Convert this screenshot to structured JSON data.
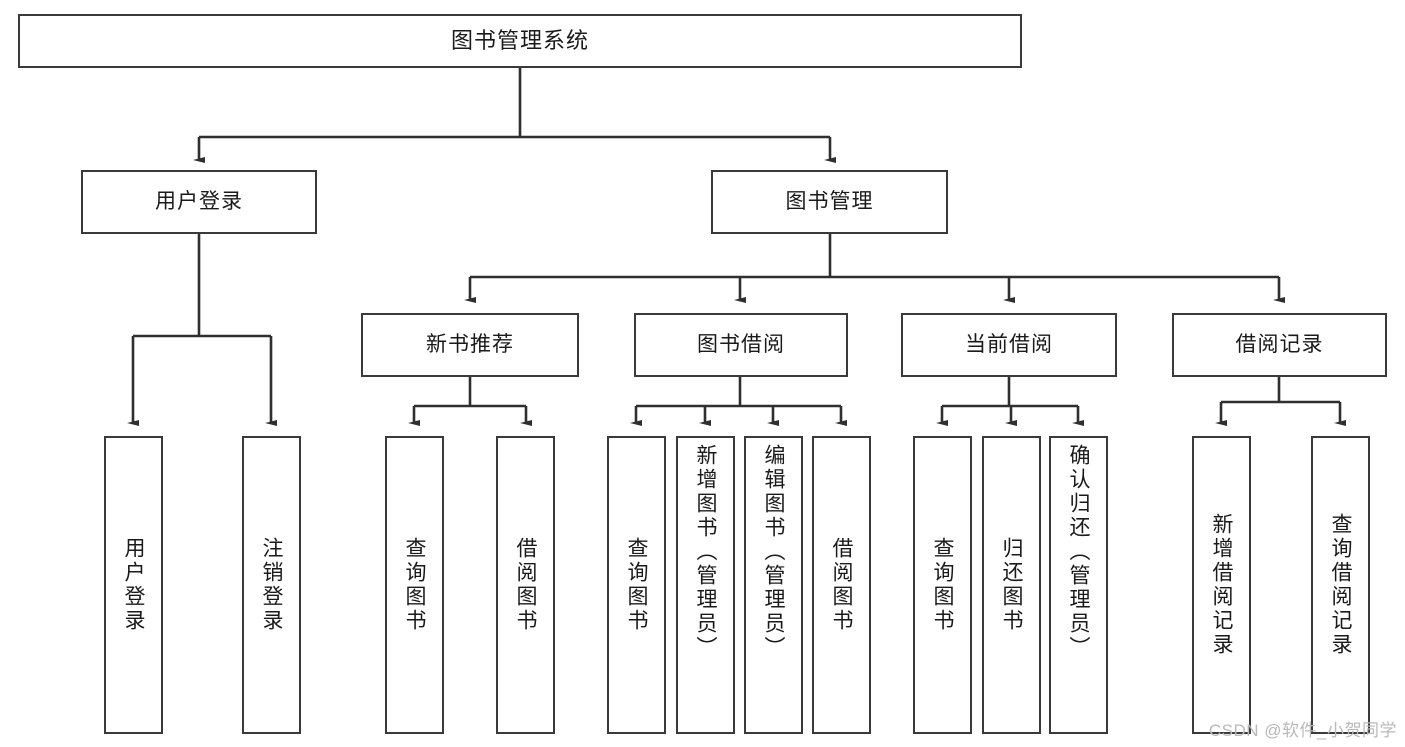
{
  "diagram": {
    "title": "图书管理系统",
    "type": "tree-hierarchy",
    "watermark": "CSDN @软件_小贺同学",
    "colors": {
      "box_border": "#3a3a3a",
      "box_fill": "#ffffff",
      "connector": "#2f2f2f",
      "text": "#1a1a1a",
      "watermark": "#b9b9b9"
    },
    "nodes": {
      "root": {
        "label": "图书管理系统"
      },
      "level2": [
        {
          "id": "user-login",
          "label": "用户登录"
        },
        {
          "id": "book-manage",
          "label": "图书管理"
        }
      ],
      "level3": [
        {
          "id": "new-book-recommend",
          "label": "新书推荐"
        },
        {
          "id": "book-borrow",
          "label": "图书借阅"
        },
        {
          "id": "current-borrow",
          "label": "当前借阅"
        },
        {
          "id": "borrow-record",
          "label": "借阅记录"
        }
      ],
      "leaves": {
        "user-login": [
          {
            "id": "leaf-user-login",
            "label": "用户登录"
          },
          {
            "id": "leaf-logout",
            "label": "注销登录"
          }
        ],
        "new-book-recommend": [
          {
            "id": "leaf-query-book-1",
            "label": "查询图书"
          },
          {
            "id": "leaf-borrow-book-1",
            "label": "借阅图书"
          }
        ],
        "book-borrow": [
          {
            "id": "leaf-query-book-2",
            "label": "查询图书"
          },
          {
            "id": "leaf-add-book",
            "label": "新增图书（管理员）"
          },
          {
            "id": "leaf-edit-book",
            "label": "编辑图书（管理员）"
          },
          {
            "id": "leaf-borrow-book-2",
            "label": "借阅图书"
          }
        ],
        "current-borrow": [
          {
            "id": "leaf-query-book-3",
            "label": "查询图书"
          },
          {
            "id": "leaf-return-book",
            "label": "归还图书"
          },
          {
            "id": "leaf-confirm-return",
            "label": "确认归还（管理员）"
          }
        ],
        "borrow-record": [
          {
            "id": "leaf-add-record",
            "label": "新增借阅记录"
          },
          {
            "id": "leaf-query-record",
            "label": "查询借阅记录"
          }
        ]
      }
    }
  }
}
